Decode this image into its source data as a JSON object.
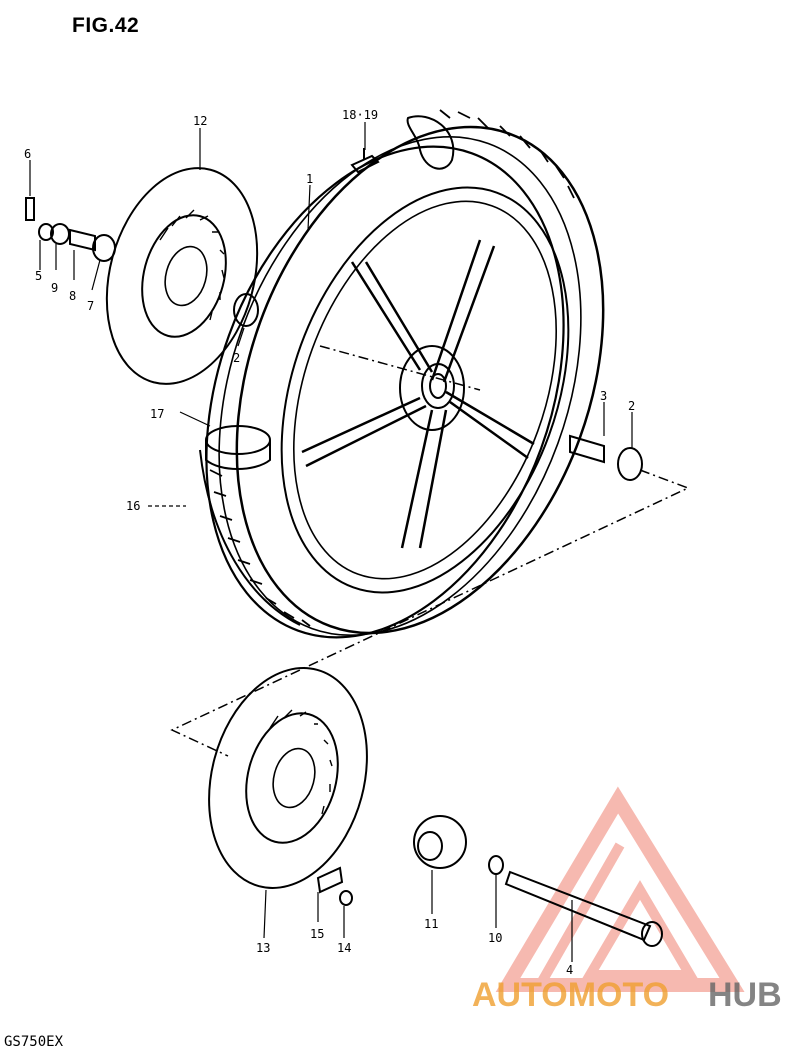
{
  "figure": {
    "title": "FIG.42",
    "model_code": "GS750EX"
  },
  "callouts": [
    "6",
    "12",
    "18·19",
    "1",
    "5",
    "9",
    "8",
    "7",
    "2",
    "17",
    "3",
    "2",
    "16",
    "13",
    "15",
    "14",
    "11",
    "10",
    "4"
  ],
  "watermark": {
    "part1": "AUTOMOTO",
    "part2": "HUB",
    "accent_color": "#f08070",
    "dark_color": "#666666"
  }
}
